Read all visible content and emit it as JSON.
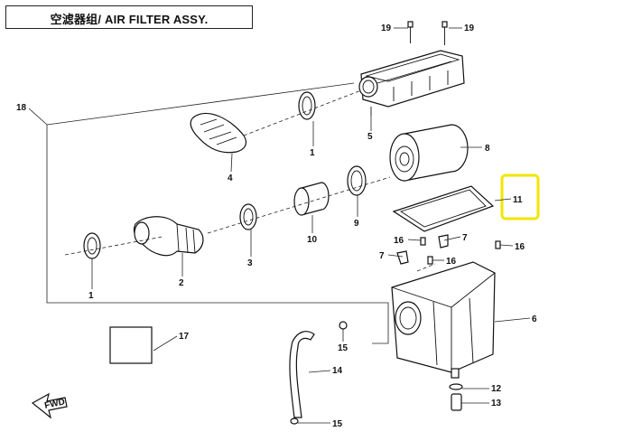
{
  "diagram": {
    "title": "空滤器组/ AIR FILTER ASSY.",
    "highlight_color": "#f2e600",
    "fwd_label": "FWD",
    "callouts": [
      {
        "id": "c1a",
        "label": "1"
      },
      {
        "id": "c1b",
        "label": "1"
      },
      {
        "id": "c2",
        "label": "2"
      },
      {
        "id": "c3",
        "label": "3"
      },
      {
        "id": "c4",
        "label": "4"
      },
      {
        "id": "c5",
        "label": "5"
      },
      {
        "id": "c6",
        "label": "6"
      },
      {
        "id": "c7a",
        "label": "7"
      },
      {
        "id": "c7b",
        "label": "7"
      },
      {
        "id": "c8",
        "label": "8"
      },
      {
        "id": "c9",
        "label": "9"
      },
      {
        "id": "c10",
        "label": "10"
      },
      {
        "id": "c11",
        "label": "11"
      },
      {
        "id": "c12",
        "label": "12"
      },
      {
        "id": "c13",
        "label": "13"
      },
      {
        "id": "c14",
        "label": "14"
      },
      {
        "id": "c15a",
        "label": "15"
      },
      {
        "id": "c15b",
        "label": "15"
      },
      {
        "id": "c16a",
        "label": "16"
      },
      {
        "id": "c16b",
        "label": "16"
      },
      {
        "id": "c16c",
        "label": "16"
      },
      {
        "id": "c17",
        "label": "17"
      },
      {
        "id": "c18",
        "label": "18"
      },
      {
        "id": "c19a",
        "label": "19"
      },
      {
        "id": "c19b",
        "label": "19"
      }
    ]
  }
}
